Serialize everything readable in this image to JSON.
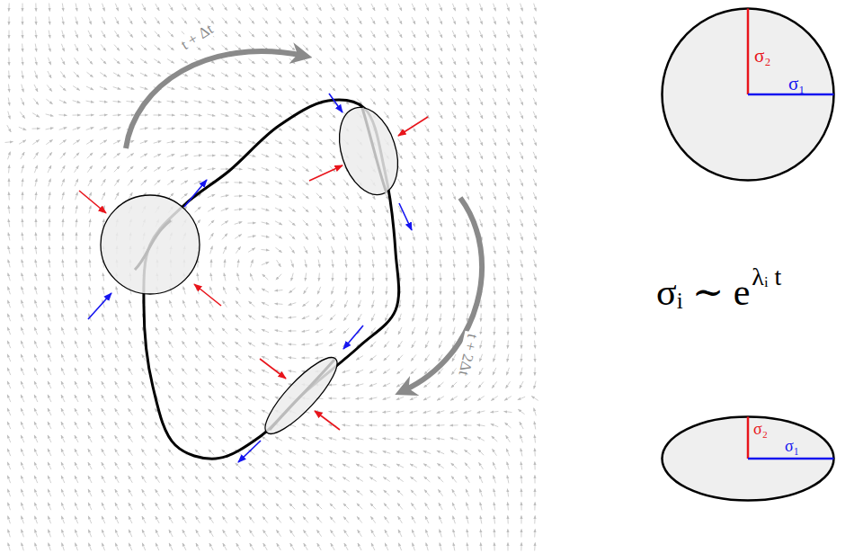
{
  "diagram": {
    "nodes": [
      {
        "text": [
          "σ₂",
          "σ₁"
        ]
      },
      {
        "text": [
          "σ₂",
          "σ₁"
        ]
      }
    ],
    "labels": [
      "t + Δt",
      "t + 2Δt",
      "σᵢ ∼ e",
      "λᵢ t"
    ]
  }
}
